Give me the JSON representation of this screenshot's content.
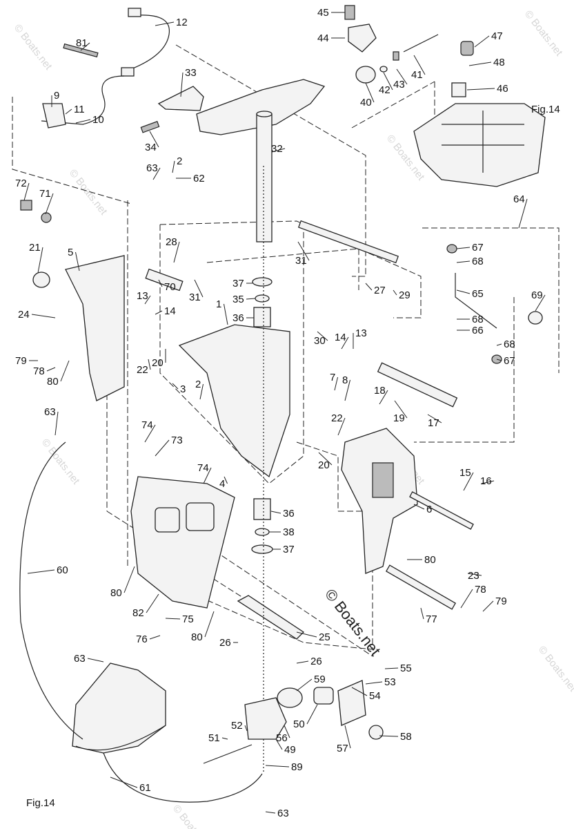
{
  "diagram": {
    "watermark": "© Boats.net",
    "figure_refs": [
      "Fig.14",
      "Fig.14"
    ],
    "callouts": [
      "12",
      "81",
      "33",
      "45",
      "44",
      "47",
      "48",
      "46",
      "41",
      "43",
      "42",
      "40",
      "9",
      "11",
      "10",
      "34",
      "32",
      "64",
      "63",
      "2",
      "62",
      "72",
      "71",
      "67",
      "68",
      "65",
      "69",
      "68",
      "66",
      "68",
      "67",
      "21",
      "5",
      "28",
      "31",
      "37",
      "35",
      "36",
      "1",
      "31",
      "70",
      "27",
      "29",
      "24",
      "13",
      "14",
      "30",
      "14",
      "13",
      "79",
      "78",
      "80",
      "22",
      "20",
      "3",
      "2",
      "7",
      "8",
      "18",
      "19",
      "17",
      "63",
      "74",
      "73",
      "74",
      "22",
      "20",
      "4",
      "15",
      "16",
      "6",
      "36",
      "38",
      "37",
      "60",
      "80",
      "23",
      "80",
      "82",
      "75",
      "80",
      "78",
      "79",
      "77",
      "76",
      "26",
      "25",
      "26",
      "63",
      "55",
      "53",
      "59",
      "54",
      "50",
      "56",
      "58",
      "52",
      "51",
      "49",
      "57",
      "89",
      "61",
      "63"
    ]
  }
}
